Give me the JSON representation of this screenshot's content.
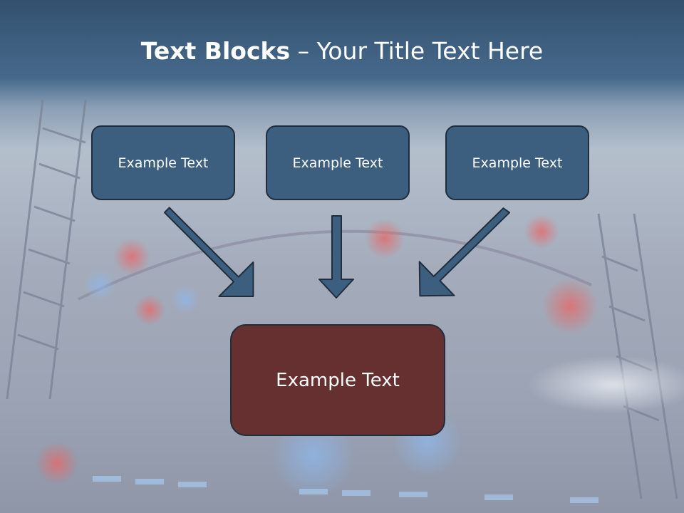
{
  "slide": {
    "title_bold": "Text Blocks",
    "title_dash": " – ",
    "title_rest": "Your Title Text Here",
    "top_boxes": [
      "Example Text",
      "Example Text",
      "Example Text"
    ],
    "bottom_box": "Example Text"
  },
  "colors": {
    "box_blue": "#3c5f7f",
    "box_red": "#662f30",
    "arrow": "#3c5f7f",
    "outline": "#1f2d3d"
  }
}
